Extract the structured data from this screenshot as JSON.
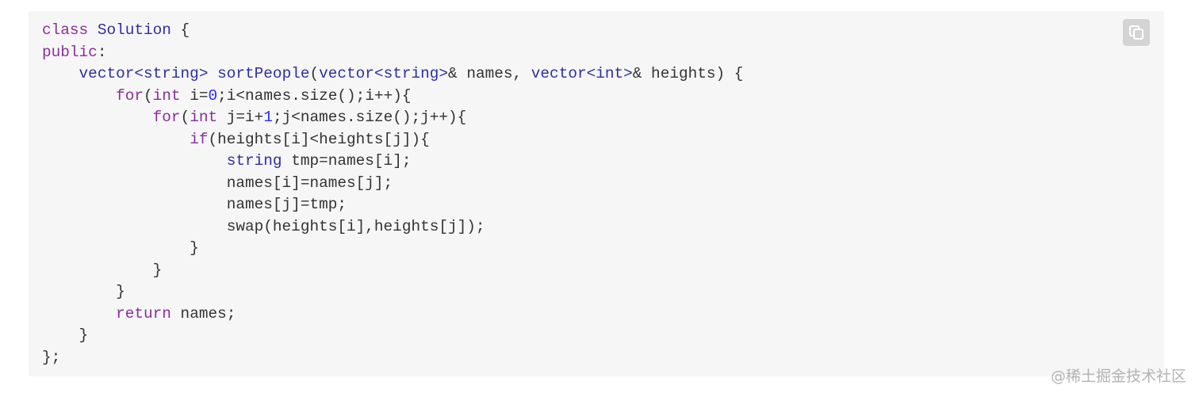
{
  "code_block": {
    "language": "cpp",
    "colors": {
      "background": "#f6f6f6",
      "keyword": "#8a2f9a",
      "type": "#2f2fa0",
      "function": "#2f2fa0",
      "number": "#2a2aff",
      "plain": "#333333"
    },
    "lines": [
      [
        {
          "t": "keyword",
          "v": "class"
        },
        {
          "t": "plain",
          "v": " "
        },
        {
          "t": "type",
          "v": "Solution"
        },
        {
          "t": "plain",
          "v": " {"
        }
      ],
      [
        {
          "t": "keyword",
          "v": "public"
        },
        {
          "t": "plain",
          "v": ":"
        }
      ],
      [
        {
          "t": "plain",
          "v": "    "
        },
        {
          "t": "type",
          "v": "vector<string>"
        },
        {
          "t": "plain",
          "v": " "
        },
        {
          "t": "function",
          "v": "sortPeople"
        },
        {
          "t": "plain",
          "v": "("
        },
        {
          "t": "type",
          "v": "vector<string>"
        },
        {
          "t": "plain",
          "v": "& names, "
        },
        {
          "t": "type",
          "v": "vector<int>"
        },
        {
          "t": "plain",
          "v": "& heights) {"
        }
      ],
      [
        {
          "t": "plain",
          "v": "        "
        },
        {
          "t": "keyword",
          "v": "for"
        },
        {
          "t": "plain",
          "v": "("
        },
        {
          "t": "keyword",
          "v": "int"
        },
        {
          "t": "plain",
          "v": " i="
        },
        {
          "t": "number",
          "v": "0"
        },
        {
          "t": "plain",
          "v": ";i<names.size();i++){"
        }
      ],
      [
        {
          "t": "plain",
          "v": "            "
        },
        {
          "t": "keyword",
          "v": "for"
        },
        {
          "t": "plain",
          "v": "("
        },
        {
          "t": "keyword",
          "v": "int"
        },
        {
          "t": "plain",
          "v": " j=i+"
        },
        {
          "t": "number",
          "v": "1"
        },
        {
          "t": "plain",
          "v": ";j<names.size();j++){"
        }
      ],
      [
        {
          "t": "plain",
          "v": "                "
        },
        {
          "t": "keyword",
          "v": "if"
        },
        {
          "t": "plain",
          "v": "(heights[i]<heights[j]){"
        }
      ],
      [
        {
          "t": "plain",
          "v": "                    "
        },
        {
          "t": "type",
          "v": "string"
        },
        {
          "t": "plain",
          "v": " tmp=names[i];"
        }
      ],
      [
        {
          "t": "plain",
          "v": "                    names[i]=names[j];"
        }
      ],
      [
        {
          "t": "plain",
          "v": "                    names[j]=tmp;"
        }
      ],
      [
        {
          "t": "plain",
          "v": "                    swap(heights[i],heights[j]);"
        }
      ],
      [
        {
          "t": "plain",
          "v": "                }"
        }
      ],
      [
        {
          "t": "plain",
          "v": "            }"
        }
      ],
      [
        {
          "t": "plain",
          "v": "        }"
        }
      ],
      [
        {
          "t": "plain",
          "v": "        "
        },
        {
          "t": "keyword",
          "v": "return"
        },
        {
          "t": "plain",
          "v": " names;"
        }
      ],
      [
        {
          "t": "plain",
          "v": "    }"
        }
      ],
      [
        {
          "t": "plain",
          "v": "};"
        }
      ]
    ]
  },
  "copy_button": {
    "icon": "copy-icon",
    "color": "#d4d4d4"
  },
  "watermark": {
    "text": "@稀土掘金技术社区"
  }
}
